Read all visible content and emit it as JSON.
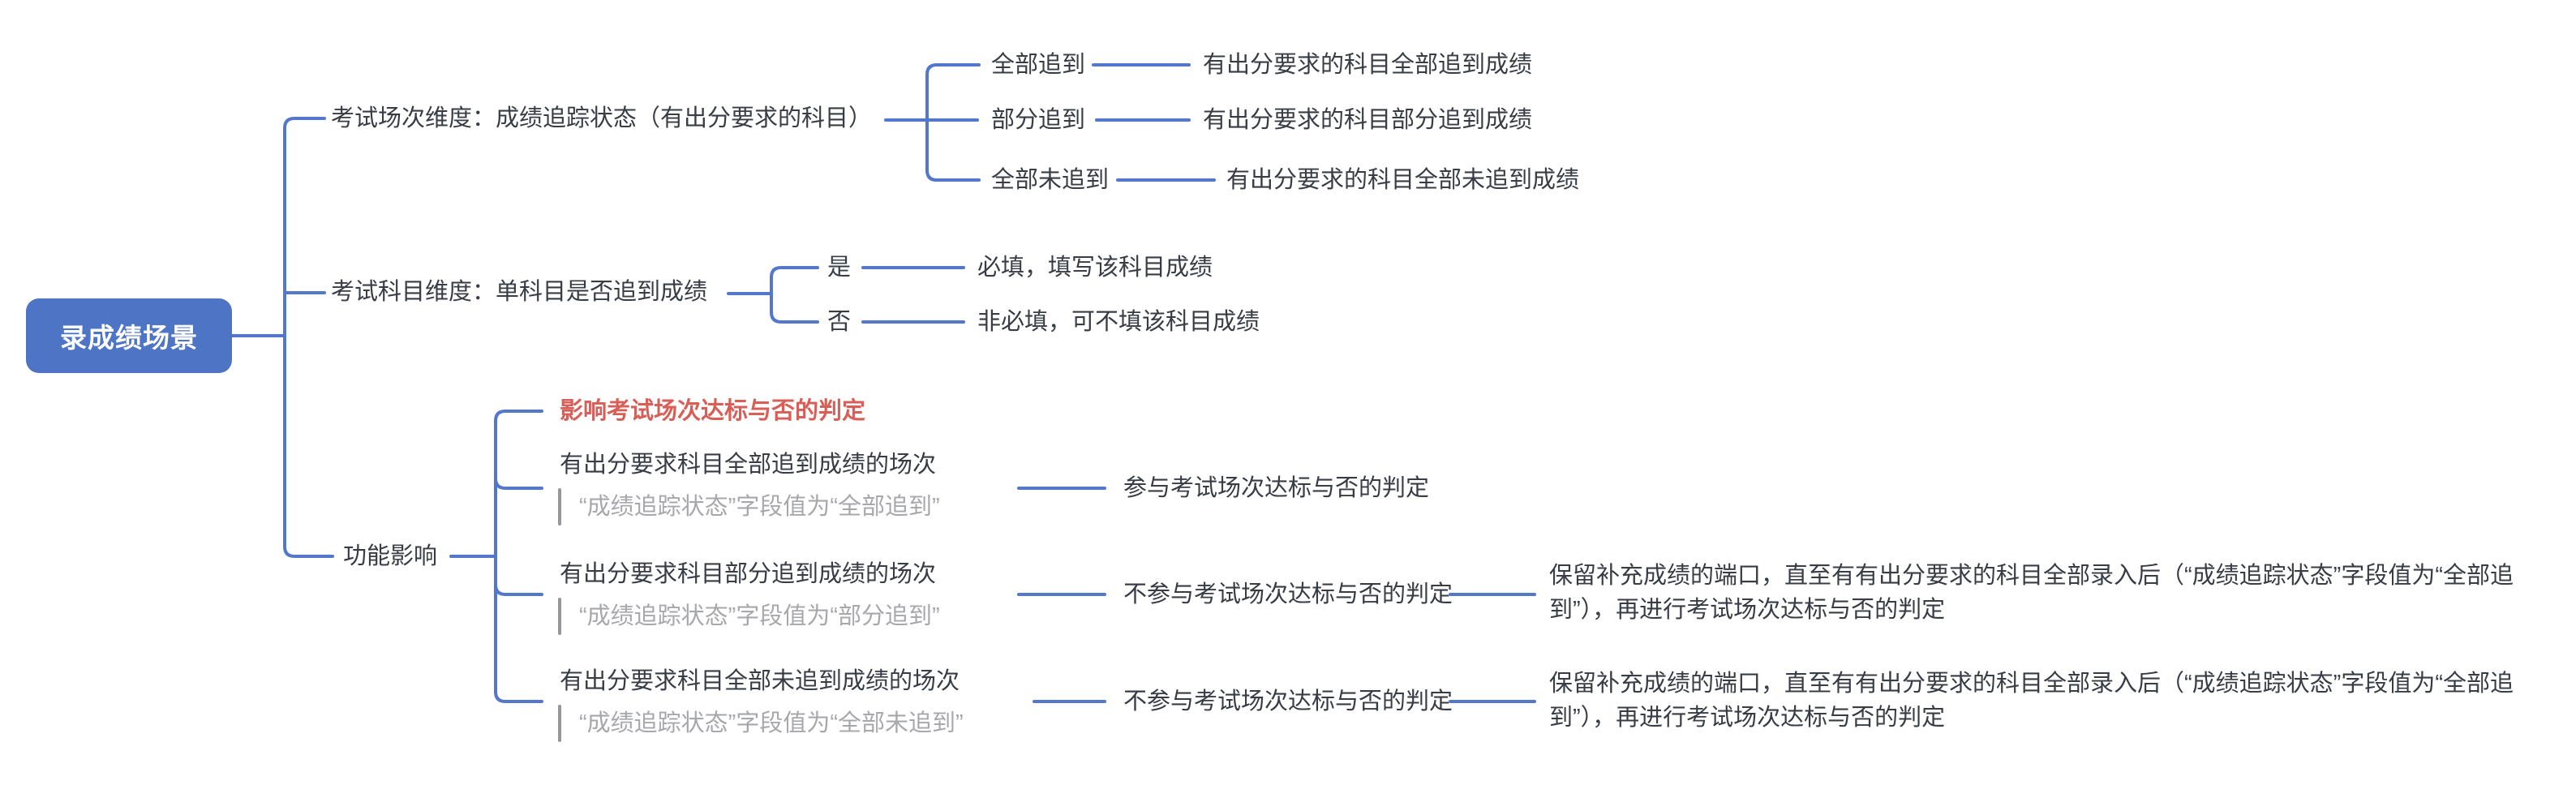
{
  "title": "录成绩场景思维导图",
  "colors": {
    "line_blue": "#5377CB",
    "root_fill": "#4E74C6",
    "root_text": "#FFFFFF",
    "node_text": "#373C45",
    "emphasis_red": "#D75F58",
    "note_gray": "#A7A8AC"
  },
  "root": {
    "label": "录成绩场景"
  },
  "branches": [
    {
      "label": "考试场次维度：成绩追踪状态（有出分要求的科目）",
      "children": [
        {
          "label": "全部追到",
          "leaf": "有出分要求的科目全部追到成绩"
        },
        {
          "label": "部分追到",
          "leaf": "有出分要求的科目部分追到成绩"
        },
        {
          "label": "全部未追到",
          "leaf": "有出分要求的科目全部未追到成绩"
        }
      ]
    },
    {
      "label": "考试科目维度：单科目是否追到成绩",
      "children": [
        {
          "label": "是",
          "leaf": "必填，填写该科目成绩"
        },
        {
          "label": "否",
          "leaf": "非必填，可不填该科目成绩"
        }
      ]
    },
    {
      "label": "功能影响",
      "children": [
        {
          "label": "影响考试场次达标与否的判定",
          "emphasis": "red"
        },
        {
          "label": "有出分要求科目全部追到成绩的场次",
          "note": "“成绩追踪状态”字段值为“全部追到”",
          "leaf": "参与考试场次达标与否的判定"
        },
        {
          "label": "有出分要求科目部分追到成绩的场次",
          "note": "“成绩追踪状态”字段值为“部分追到”",
          "leaf": "不参与考试场次达标与否的判定",
          "detail": "保留补充成绩的端口，直至有有出分要求的科目全部录入后（“成绩追踪状态”字段值为“全部追到”），再进行考试场次达标与否的判定"
        },
        {
          "label": "有出分要求科目全部未追到成绩的场次",
          "note": "“成绩追踪状态”字段值为“全部未追到”",
          "leaf": "不参与考试场次达标与否的判定",
          "detail": "保留补充成绩的端口，直至有有出分要求的科目全部录入后（“成绩追踪状态”字段值为“全部追到”），再进行考试场次达标与否的判定"
        }
      ]
    }
  ]
}
